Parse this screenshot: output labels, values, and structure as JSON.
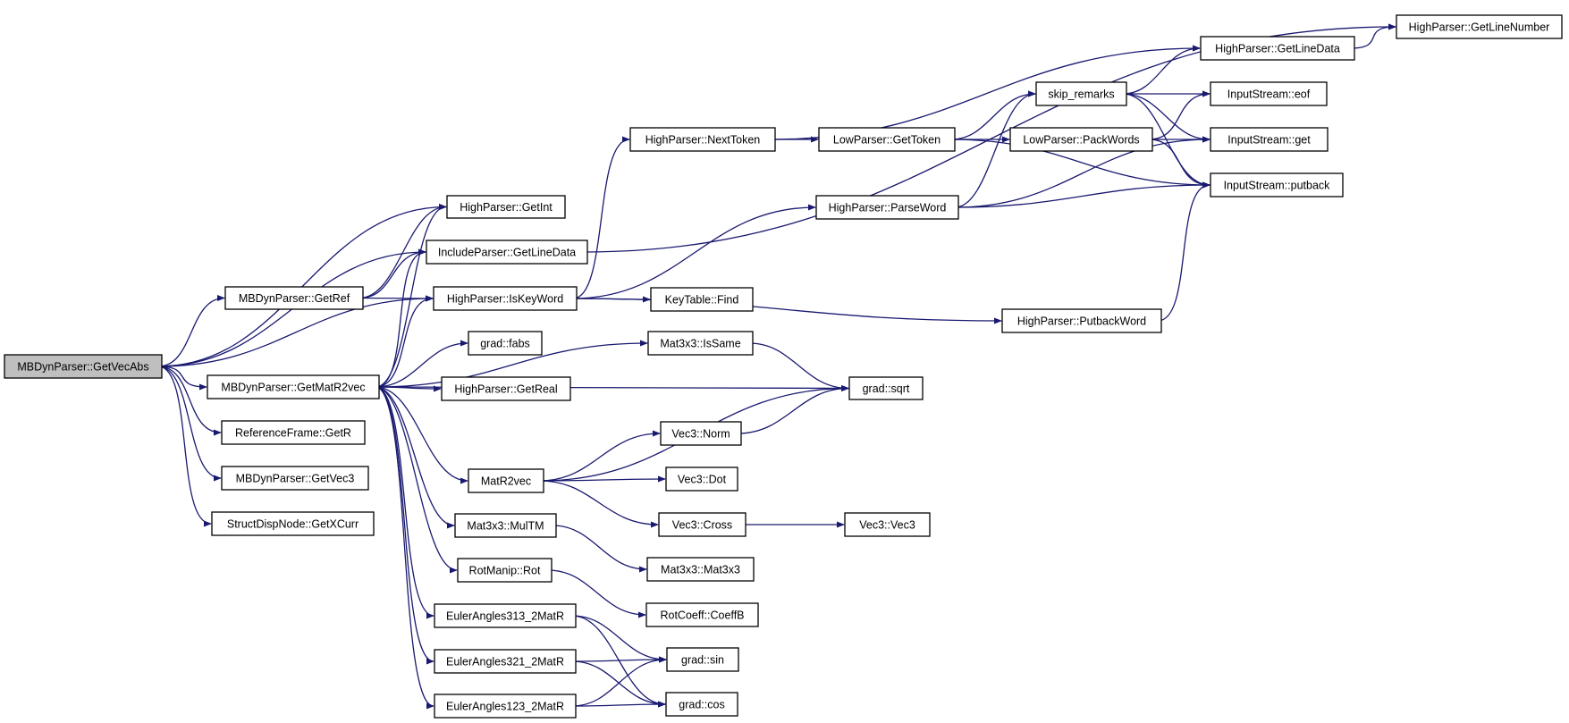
{
  "diagram": {
    "nodes": [
      {
        "id": "n0",
        "label": "MBDynParser::GetVecAbs",
        "root": true
      },
      {
        "id": "n1",
        "label": "HighParser::GetInt"
      },
      {
        "id": "n2",
        "label": "IncludeParser::GetLineData"
      },
      {
        "id": "n3",
        "label": "MBDynParser::GetRef"
      },
      {
        "id": "n4",
        "label": "HighParser::IsKeyWord"
      },
      {
        "id": "n5",
        "label": "MBDynParser::GetMatR2vec"
      },
      {
        "id": "n6",
        "label": "ReferenceFrame::GetR"
      },
      {
        "id": "n7",
        "label": "MBDynParser::GetVec3"
      },
      {
        "id": "n8",
        "label": "StructDispNode::GetXCurr"
      },
      {
        "id": "n9",
        "label": "grad::fabs"
      },
      {
        "id": "n10",
        "label": "HighParser::GetReal"
      },
      {
        "id": "n11",
        "label": "MatR2vec"
      },
      {
        "id": "n12",
        "label": "Mat3x3::MulTM"
      },
      {
        "id": "n13",
        "label": "RotManip::Rot"
      },
      {
        "id": "n14",
        "label": "EulerAngles313_2MatR"
      },
      {
        "id": "n15",
        "label": "EulerAngles321_2MatR"
      },
      {
        "id": "n16",
        "label": "EulerAngles123_2MatR"
      },
      {
        "id": "n17",
        "label": "HighParser::NextToken"
      },
      {
        "id": "n18",
        "label": "HighParser::ParseWord"
      },
      {
        "id": "n19",
        "label": "KeyTable::Find"
      },
      {
        "id": "n20",
        "label": "Mat3x3::IsSame"
      },
      {
        "id": "n21",
        "label": "LowParser::GetToken"
      },
      {
        "id": "n22",
        "label": "grad::sqrt"
      },
      {
        "id": "n23",
        "label": "Vec3::Norm"
      },
      {
        "id": "n24",
        "label": "Vec3::Dot"
      },
      {
        "id": "n25",
        "label": "Vec3::Cross"
      },
      {
        "id": "n26",
        "label": "Mat3x3::Mat3x3"
      },
      {
        "id": "n27",
        "label": "RotCoeff::CoeffB"
      },
      {
        "id": "n28",
        "label": "grad::sin"
      },
      {
        "id": "n29",
        "label": "grad::cos"
      },
      {
        "id": "n30",
        "label": "Vec3::Vec3"
      },
      {
        "id": "n31",
        "label": "skip_remarks"
      },
      {
        "id": "n32",
        "label": "LowParser::PackWords"
      },
      {
        "id": "n33",
        "label": "HighParser::PutbackWord"
      },
      {
        "id": "n34",
        "label": "HighParser::GetLineData"
      },
      {
        "id": "n35",
        "label": "HighParser::GetLineNumber"
      },
      {
        "id": "n36",
        "label": "InputStream::eof"
      },
      {
        "id": "n37",
        "label": "InputStream::get"
      },
      {
        "id": "n38",
        "label": "InputStream::putback"
      }
    ],
    "edges": [
      {
        "from": "n0",
        "to": "n1"
      },
      {
        "from": "n0",
        "to": "n2"
      },
      {
        "from": "n0",
        "to": "n3"
      },
      {
        "from": "n0",
        "to": "n4"
      },
      {
        "from": "n0",
        "to": "n5"
      },
      {
        "from": "n0",
        "to": "n6"
      },
      {
        "from": "n0",
        "to": "n7"
      },
      {
        "from": "n0",
        "to": "n8"
      },
      {
        "from": "n3",
        "to": "n1"
      },
      {
        "from": "n3",
        "to": "n2"
      },
      {
        "from": "n3",
        "to": "n4"
      },
      {
        "from": "n5",
        "to": "n1"
      },
      {
        "from": "n5",
        "to": "n2"
      },
      {
        "from": "n5",
        "to": "n4"
      },
      {
        "from": "n5",
        "to": "n9"
      },
      {
        "from": "n5",
        "to": "n10"
      },
      {
        "from": "n5",
        "to": "n20"
      },
      {
        "from": "n5",
        "to": "n22"
      },
      {
        "from": "n5",
        "to": "n11"
      },
      {
        "from": "n5",
        "to": "n12"
      },
      {
        "from": "n5",
        "to": "n13"
      },
      {
        "from": "n5",
        "to": "n14"
      },
      {
        "from": "n5",
        "to": "n15"
      },
      {
        "from": "n5",
        "to": "n16"
      },
      {
        "from": "n2",
        "to": "n35"
      },
      {
        "from": "n4",
        "to": "n17"
      },
      {
        "from": "n4",
        "to": "n18"
      },
      {
        "from": "n4",
        "to": "n19"
      },
      {
        "from": "n4",
        "to": "n33"
      },
      {
        "from": "n17",
        "to": "n21"
      },
      {
        "from": "n17",
        "to": "n34"
      },
      {
        "from": "n21",
        "to": "n31"
      },
      {
        "from": "n21",
        "to": "n32"
      },
      {
        "from": "n21",
        "to": "n38"
      },
      {
        "from": "n18",
        "to": "n31"
      },
      {
        "from": "n18",
        "to": "n37"
      },
      {
        "from": "n18",
        "to": "n38"
      },
      {
        "from": "n31",
        "to": "n34"
      },
      {
        "from": "n31",
        "to": "n36"
      },
      {
        "from": "n31",
        "to": "n37"
      },
      {
        "from": "n31",
        "to": "n38"
      },
      {
        "from": "n32",
        "to": "n36"
      },
      {
        "from": "n32",
        "to": "n37"
      },
      {
        "from": "n32",
        "to": "n38"
      },
      {
        "from": "n33",
        "to": "n38"
      },
      {
        "from": "n34",
        "to": "n35"
      },
      {
        "from": "n20",
        "to": "n22"
      },
      {
        "from": "n11",
        "to": "n22"
      },
      {
        "from": "n11",
        "to": "n23"
      },
      {
        "from": "n11",
        "to": "n24"
      },
      {
        "from": "n11",
        "to": "n25"
      },
      {
        "from": "n23",
        "to": "n22"
      },
      {
        "from": "n25",
        "to": "n30"
      },
      {
        "from": "n12",
        "to": "n26"
      },
      {
        "from": "n13",
        "to": "n27"
      },
      {
        "from": "n14",
        "to": "n28"
      },
      {
        "from": "n14",
        "to": "n29"
      },
      {
        "from": "n15",
        "to": "n28"
      },
      {
        "from": "n15",
        "to": "n29"
      },
      {
        "from": "n16",
        "to": "n28"
      },
      {
        "from": "n16",
        "to": "n29"
      }
    ]
  },
  "colors": {
    "edge": "#191970",
    "root_fill": "#bfbfbf",
    "node_fill": "#ffffff",
    "node_border": "#000000"
  }
}
